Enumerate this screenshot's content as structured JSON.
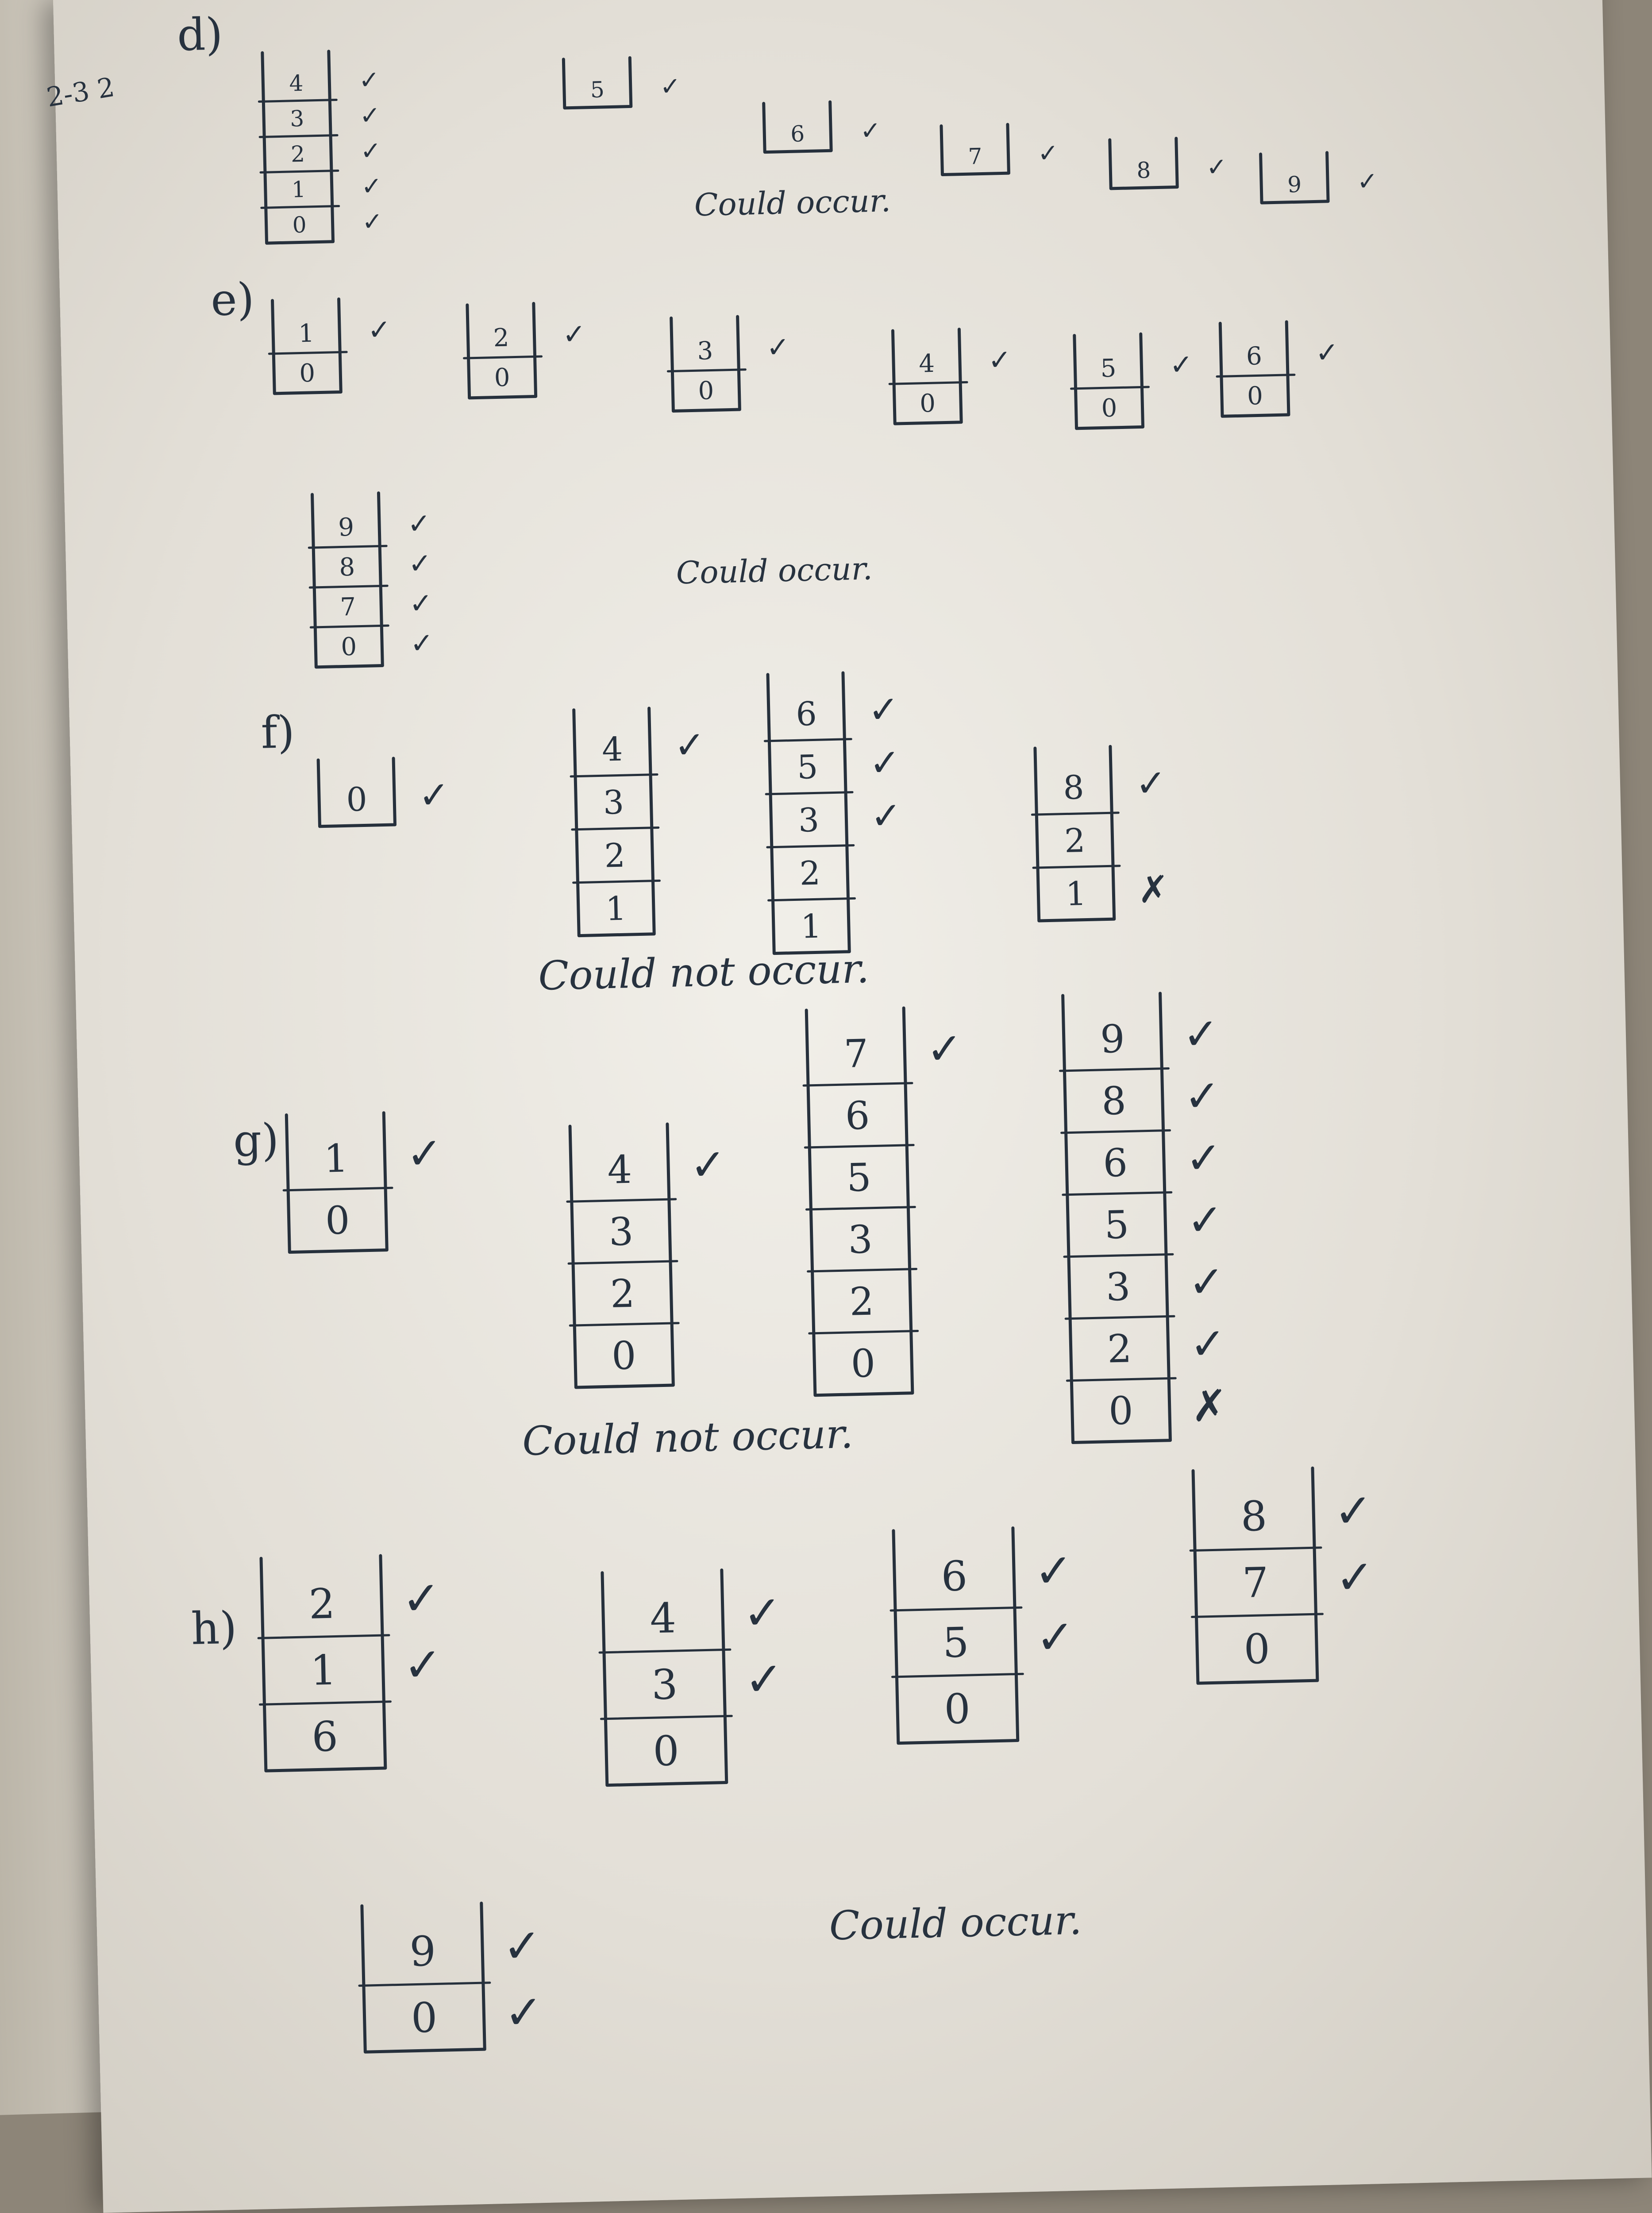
{
  "page": {
    "ink_color": "#26303c",
    "paper_color": "#eeece6",
    "margin_note": "2-3 2"
  },
  "problems": [
    {
      "label": "d)",
      "stacks": [
        {
          "cells": [
            "0",
            "1",
            "2",
            "3",
            "4"
          ],
          "marks": [
            "✓",
            "✓",
            "✓",
            "✓",
            "✓"
          ]
        },
        {
          "cells": [
            "5"
          ],
          "marks": [
            "✓"
          ]
        },
        {
          "cells": [
            "6"
          ],
          "marks": [
            "✓"
          ]
        },
        {
          "cells": [
            "7"
          ],
          "marks": [
            "✓"
          ]
        },
        {
          "cells": [
            "8"
          ],
          "marks": [
            "✓"
          ]
        },
        {
          "cells": [
            "9"
          ],
          "marks": [
            "✓"
          ]
        }
      ],
      "verdict": "Could occur."
    },
    {
      "label": "e)",
      "stacks": [
        {
          "cells": [
            "0",
            "1"
          ],
          "marks": [
            "",
            "✓"
          ]
        },
        {
          "cells": [
            "0",
            "2"
          ],
          "marks": [
            "",
            "✓"
          ]
        },
        {
          "cells": [
            "0",
            "3"
          ],
          "marks": [
            "",
            "✓"
          ]
        },
        {
          "cells": [
            "0",
            "4"
          ],
          "marks": [
            "",
            "✓"
          ]
        },
        {
          "cells": [
            "0",
            "5"
          ],
          "marks": [
            "",
            "✓"
          ]
        },
        {
          "cells": [
            "0",
            "6"
          ],
          "marks": [
            "",
            "✓"
          ]
        },
        {
          "cells": [
            "0",
            "7",
            "8",
            "9"
          ],
          "marks": [
            "✓",
            "✓",
            "✓",
            "✓"
          ]
        }
      ],
      "verdict": "Could occur."
    },
    {
      "label": "f)",
      "stacks": [
        {
          "cells": [
            "0"
          ],
          "marks": [
            "✓"
          ]
        },
        {
          "cells": [
            "1",
            "2",
            "3",
            "4"
          ],
          "marks": [
            "",
            "",
            "",
            "✓"
          ]
        },
        {
          "cells": [
            "1",
            "2",
            "3",
            "5",
            "6"
          ],
          "marks": [
            "",
            "",
            "✓",
            "✓",
            "✓"
          ]
        },
        {
          "cells": [
            "1",
            "2",
            "8"
          ],
          "marks": [
            "✗",
            "",
            "✓"
          ]
        }
      ],
      "verdict": "Could not occur."
    },
    {
      "label": "g)",
      "stacks": [
        {
          "cells": [
            "0",
            "1"
          ],
          "marks": [
            "",
            "✓"
          ]
        },
        {
          "cells": [
            "0",
            "2",
            "3",
            "4"
          ],
          "marks": [
            "",
            "",
            "",
            "✓"
          ]
        },
        {
          "cells": [
            "0",
            "2",
            "3",
            "5",
            "6",
            "7"
          ],
          "marks": [
            "",
            "",
            "",
            "",
            "",
            "✓"
          ]
        },
        {
          "cells": [
            "0",
            "2",
            "3",
            "5",
            "6",
            "8",
            "9"
          ],
          "marks": [
            "✗",
            "✓",
            "✓",
            "✓",
            "✓",
            "✓",
            "✓"
          ]
        }
      ],
      "verdict": "Could not occur."
    },
    {
      "label": "h)",
      "stacks": [
        {
          "cells": [
            "6",
            "1",
            "2"
          ],
          "marks": [
            "",
            "✓",
            "✓"
          ]
        },
        {
          "cells": [
            "0",
            "3",
            "4"
          ],
          "marks": [
            "",
            "✓",
            "✓"
          ]
        },
        {
          "cells": [
            "0",
            "5",
            "6"
          ],
          "marks": [
            "",
            "✓",
            "✓"
          ]
        },
        {
          "cells": [
            "0",
            "7",
            "8"
          ],
          "marks": [
            "",
            "✓",
            "✓"
          ]
        },
        {
          "cells": [
            "0",
            "9"
          ],
          "marks": [
            "✓",
            "✓"
          ]
        }
      ],
      "verdict": "Could occur."
    }
  ]
}
